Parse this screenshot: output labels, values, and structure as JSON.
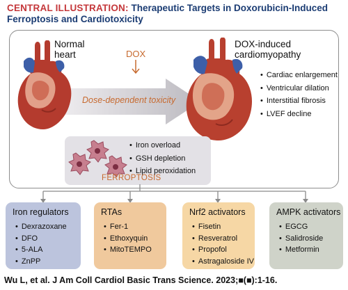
{
  "title": {
    "prefix": "CENTRAL ILLUSTRATION:",
    "main": "Therapeutic Targets in Doxorubicin-Induced Ferroptosis and Cardiotoxicity"
  },
  "normal_heart": {
    "label_line1": "Normal",
    "label_line2": "heart"
  },
  "dox_heart": {
    "label_line1": "DOX-induced",
    "label_line2": "cardiomyopathy"
  },
  "dox_label": "DOX",
  "arrow_label": "Dose-dependent toxicity",
  "outcomes": [
    "Cardiac enlargement",
    "Ventricular dilation",
    "Interstitial fibrosis",
    "LVEF decline"
  ],
  "ferroptosis": {
    "label": "FERROPTOSIS",
    "features": [
      "Iron overload",
      "GSH depletion",
      "Lipid peroxidation"
    ]
  },
  "categories": [
    {
      "title": "Iron regulators",
      "color": "#bcc4dd",
      "items": [
        "Dexrazoxane",
        "DFO",
        "5-ALA",
        "ZnPP"
      ]
    },
    {
      "title": "RTAs",
      "color": "#f0c99d",
      "items": [
        "Fer-1",
        "Ethoxyquin",
        "MitoTEMPO"
      ]
    },
    {
      "title": "Nrf2 activators",
      "color": "#f6d7a5",
      "items": [
        "Fisetin",
        "Resveratrol",
        "Propofol",
        "Astragaloside IV"
      ]
    },
    {
      "title": "AMPK activators",
      "color": "#cfd3c9",
      "items": [
        "EGCG",
        "Salidroside",
        "Metformin"
      ]
    }
  ],
  "colors": {
    "title_prefix": "#c4373a",
    "title_main": "#1b3c73",
    "accent_orange": "#c76a2f",
    "arrow_fill": "#c8c6cc",
    "ferroptosis_bg": "#e3e1e6"
  },
  "citation": "Wu L, et al. J Am Coll Cardiol Basic Trans Science. 2023;■(■):1-16."
}
